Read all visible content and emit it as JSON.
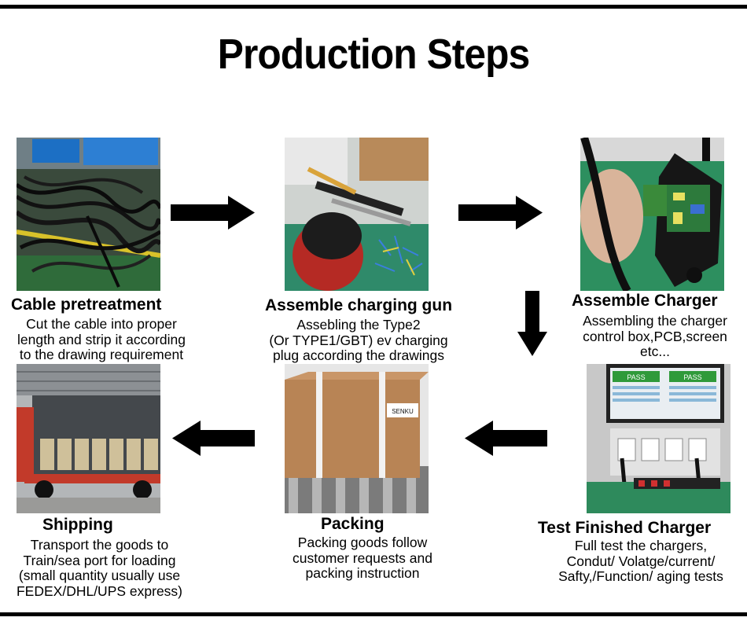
{
  "title": "Production Steps",
  "steps": [
    {
      "id": "cable",
      "title": "Cable pretreatment",
      "desc": [
        "Cut the cable into proper",
        "length and strip it according",
        "to the drawing requirement"
      ]
    },
    {
      "id": "gun",
      "title": "Assemble charging gun",
      "desc": [
        "Assebling the Type2",
        "(Or TYPE1/GBT) ev charging",
        "plug according the drawings"
      ]
    },
    {
      "id": "charger",
      "title": "Assemble Charger",
      "desc": [
        "Assembling the charger",
        "control box,PCB,screen",
        "etc..."
      ]
    },
    {
      "id": "test",
      "title": "Test Finished Charger",
      "desc": [
        "Full test the chargers,",
        "Condut/ Volatge/current/",
        "Safty,/Function/ aging tests"
      ]
    },
    {
      "id": "packing",
      "title": "Packing",
      "desc": [
        "Packing goods follow",
        "customer requests and",
        "packing instruction"
      ]
    },
    {
      "id": "shipping",
      "title": "Shipping",
      "desc": [
        "Transport the goods to",
        "Train/sea port for loading",
        "(small quantity usually use",
        "FEDEX/DHL/UPS express)"
      ]
    }
  ],
  "photo_text": {
    "box_brand": "SENKU",
    "pass_1": "PASS",
    "pass_2": "PASS"
  },
  "icons": {
    "arrow": "black-block-arrow"
  }
}
